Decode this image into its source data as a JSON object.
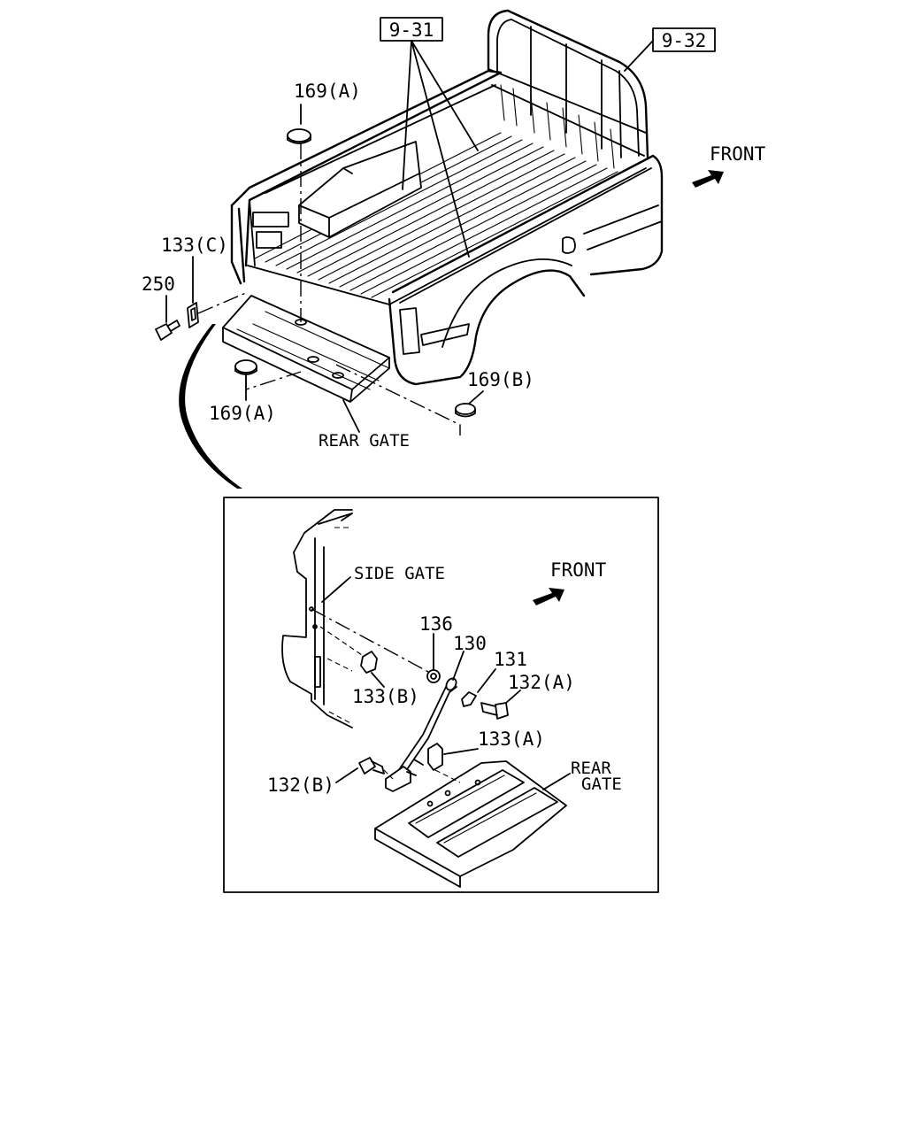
{
  "labels": {
    "ref_9_31": "9-31",
    "ref_9_32": "9-32",
    "front_top": "FRONT",
    "p169a_top": "169(A)",
    "p133c": "133(C)",
    "p250": "250",
    "p169a_bottom": "169(A)",
    "p169b": "169(B)",
    "rear_gate_top": "REAR GATE",
    "side_gate": "SIDE GATE",
    "front_inset": "FRONT",
    "p136": "136",
    "p130": "130",
    "p131": "131",
    "p132a": "132(A)",
    "p133b": "133(B)",
    "p133a": "133(A)",
    "p132b": "132(B)",
    "rear_inset_1": "REAR",
    "rear_inset_2": "GATE"
  },
  "icons": {
    "front_arrow": "arrow-icon",
    "detail_pointer": "curved-pointer-icon"
  },
  "colors": {
    "ink": "#000000",
    "paper": "#ffffff"
  }
}
